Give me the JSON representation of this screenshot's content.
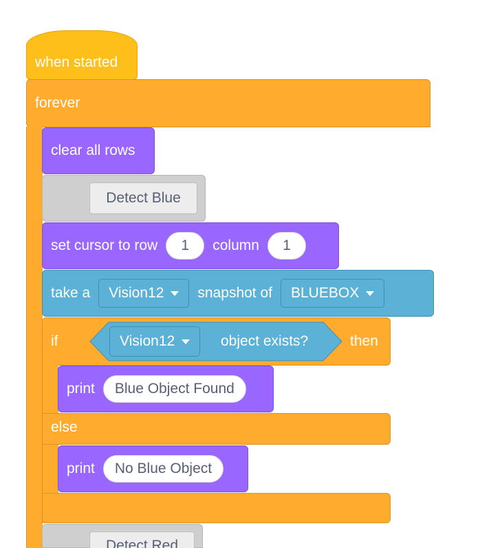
{
  "blocks": {
    "when_started": "when started",
    "forever": "forever",
    "clear_all_rows": "clear all rows",
    "comment_detect_blue": "Detect Blue",
    "set_cursor": {
      "text": "set cursor to row",
      "row": "1",
      "column_label": "column",
      "column": "1"
    },
    "snapshot": {
      "take_a": "take a",
      "sensor": "Vision12",
      "snapshot_of": "snapshot of",
      "signature": "BLUEBOX"
    },
    "if_block": {
      "if": "if",
      "sensor": "Vision12",
      "condition": "object exists?",
      "then": "then"
    },
    "print_found": {
      "print": "print",
      "message": "Blue Object Found"
    },
    "else": "else",
    "print_none": {
      "print": "print",
      "message": "No Blue Object"
    },
    "comment_detect_red": "Detect Red"
  },
  "colors": {
    "events": "#FFBF1A",
    "control": "#FFAB2D",
    "looks": "#9966FF",
    "sensing": "#5CB1D6",
    "comment": "#CFCFCF"
  }
}
